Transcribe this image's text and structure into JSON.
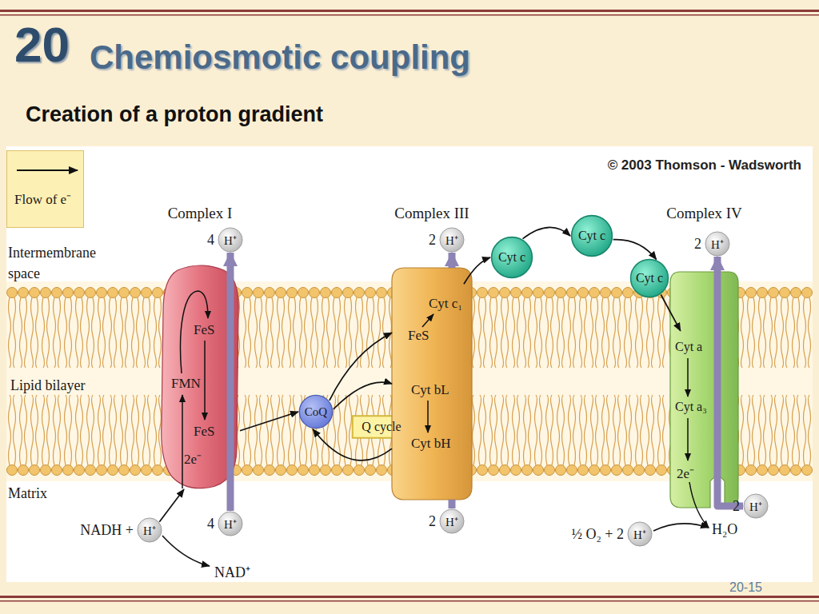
{
  "diagram": {
    "title": "Chemiosmotic coupling",
    "nodes": [
      {
        "text": [
          "Complex I",
          "FeS",
          "FMN",
          "FeS",
          "2e⁻"
        ]
      },
      {
        "text": [
          "4",
          "H⁺"
        ]
      },
      {
        "text": [
          "4",
          "H⁺"
        ]
      },
      {
        "text": [
          "NADH +",
          "H⁺"
        ]
      },
      {
        "text": [
          "CoQ"
        ]
      },
      {
        "text": [
          "Q cycle"
        ]
      },
      {
        "text": [
          "Complex III",
          "Cyt c₁",
          "FeS",
          "Cyt bL",
          "Cyt bH"
        ]
      },
      {
        "text": [
          "2",
          "H⁺"
        ]
      },
      {
        "text": [
          "2",
          "H⁺"
        ]
      },
      {
        "text": [
          "Cyt c"
        ]
      },
      {
        "text": [
          "Cyt c"
        ]
      },
      {
        "text": [
          "Cyt c"
        ]
      },
      {
        "text": [
          "Complex IV",
          "Cyt a",
          "Cyt a₃",
          "2e⁻"
        ]
      },
      {
        "text": [
          "2",
          "H⁺"
        ]
      },
      {
        "text": [
          "2",
          "H⁺"
        ]
      },
      {
        "text": [
          "½ O₂ + 2",
          "H⁺"
        ]
      }
    ],
    "edges": [
      {
        "from": 3,
        "to": 0,
        "arrow": "to"
      },
      {
        "from": 0,
        "to": 4,
        "arrow": "to"
      },
      {
        "from": 4,
        "to": 6,
        "arrow": "to"
      },
      {
        "from": 4,
        "to": 6,
        "arrow": "to"
      },
      {
        "from": 6,
        "to": 4,
        "arrow": "to"
      },
      {
        "from": 6,
        "to": 9,
        "arrow": "to"
      },
      {
        "from": 9,
        "to": 10,
        "arrow": "to"
      },
      {
        "from": 10,
        "to": 11,
        "arrow": "to"
      },
      {
        "from": 11,
        "to": 12,
        "arrow": "to"
      },
      {
        "from": 2,
        "to": 1,
        "arrow": "to"
      },
      {
        "from": 8,
        "to": 6,
        "arrow": "none"
      },
      {
        "from": 6,
        "to": 7,
        "arrow": "to"
      },
      {
        "from": 14,
        "to": 13,
        "arrow": "to"
      }
    ],
    "labels": [
      "20",
      "Creation of a proton gradient",
      "© 2003 Thomson - Wadsworth",
      "Intermembrane space",
      "Lipid bilayer",
      "Matrix",
      "NAD⁺",
      "H₂O",
      "20-15"
    ],
    "legend": [
      {
        "text": "Flow of e⁻"
      }
    ]
  }
}
